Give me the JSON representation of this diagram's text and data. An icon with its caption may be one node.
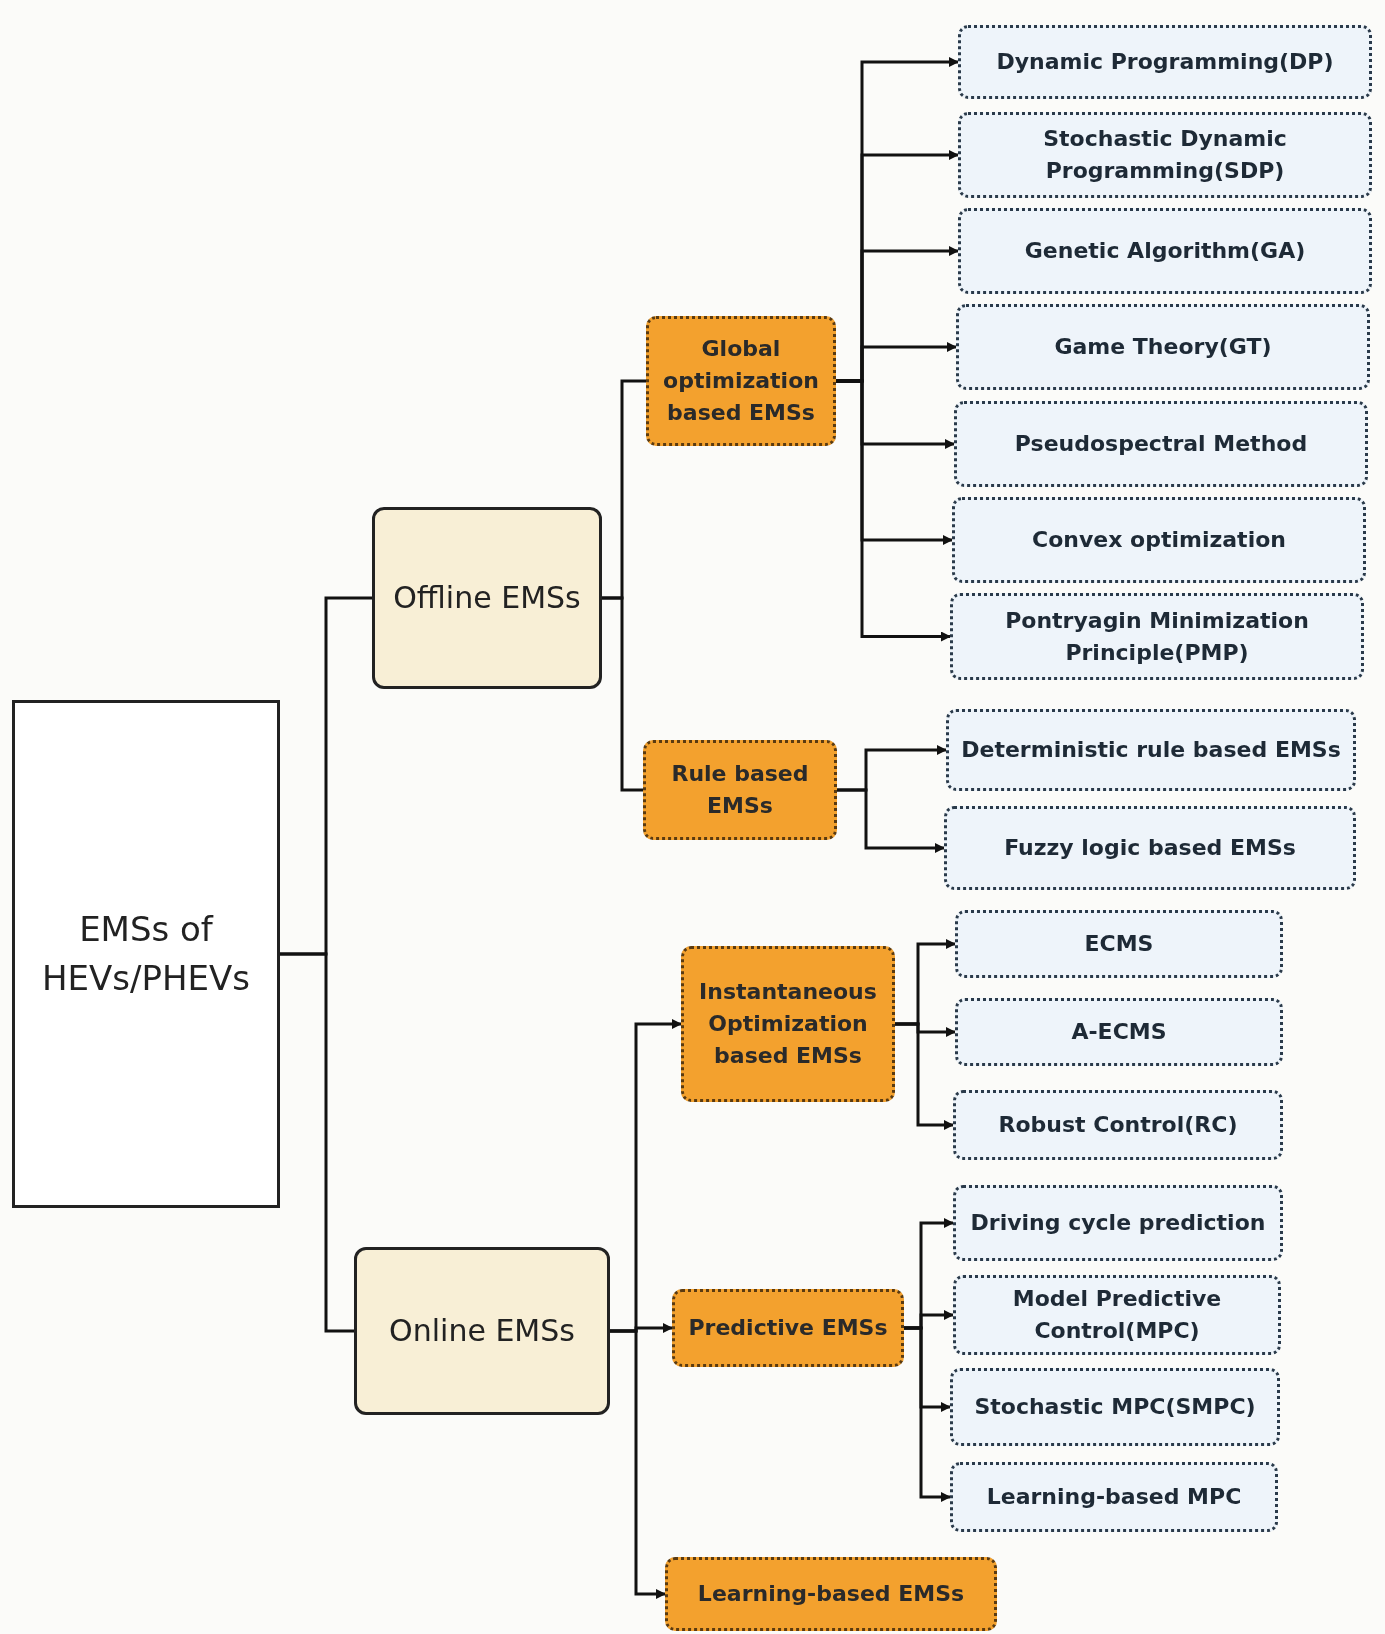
{
  "diagram": {
    "nodes": [
      {
        "text": [
          "EMSs of HEVs/PHEVs"
        ]
      },
      {
        "text": [
          "Offline EMSs"
        ]
      },
      {
        "text": [
          "Online EMSs"
        ]
      },
      {
        "text": [
          "Global optimization based EMSs"
        ]
      },
      {
        "text": [
          "Rule based EMSs"
        ]
      },
      {
        "text": [
          "Instantaneous Optimization based EMSs"
        ]
      },
      {
        "text": [
          "Predictive EMSs"
        ]
      },
      {
        "text": [
          "Learning-based EMSs"
        ]
      },
      {
        "text": [
          "Dynamic Programming(DP)"
        ]
      },
      {
        "text": [
          "Stochastic Dynamic Programming(SDP)"
        ]
      },
      {
        "text": [
          "Genetic Algorithm(GA)"
        ]
      },
      {
        "text": [
          "Game Theory(GT)"
        ]
      },
      {
        "text": [
          "Pseudospectral Method"
        ]
      },
      {
        "text": [
          "Convex optimization"
        ]
      },
      {
        "text": [
          "Pontryagin Minimization Principle(PMP)"
        ]
      },
      {
        "text": [
          "Deterministic rule based EMSs"
        ]
      },
      {
        "text": [
          "Fuzzy logic based EMSs"
        ]
      },
      {
        "text": [
          "ECMS"
        ]
      },
      {
        "text": [
          "A-ECMS"
        ]
      },
      {
        "text": [
          "Robust Control(RC)"
        ]
      },
      {
        "text": [
          "Driving cycle prediction"
        ]
      },
      {
        "text": [
          "Model Predictive Control(MPC)"
        ]
      },
      {
        "text": [
          "Stochastic MPC(SMPC)"
        ]
      },
      {
        "text": [
          "Learning-based MPC"
        ]
      }
    ],
    "edges": [
      {
        "from": 0,
        "to": 1,
        "arrow": "none"
      },
      {
        "from": 0,
        "to": 2,
        "arrow": "none"
      },
      {
        "from": 1,
        "to": 3,
        "arrow": "none"
      },
      {
        "from": 1,
        "to": 4,
        "arrow": "none"
      },
      {
        "from": 2,
        "to": 5,
        "arrow": "to"
      },
      {
        "from": 2,
        "to": 6,
        "arrow": "to"
      },
      {
        "from": 2,
        "to": 7,
        "arrow": "to"
      },
      {
        "from": 3,
        "to": 8,
        "arrow": "to"
      },
      {
        "from": 3,
        "to": 9,
        "arrow": "to"
      },
      {
        "from": 3,
        "to": 10,
        "arrow": "to"
      },
      {
        "from": 3,
        "to": 11,
        "arrow": "to"
      },
      {
        "from": 3,
        "to": 12,
        "arrow": "to"
      },
      {
        "from": 3,
        "to": 13,
        "arrow": "to"
      },
      {
        "from": 3,
        "to": 14,
        "arrow": "to"
      },
      {
        "from": 4,
        "to": 15,
        "arrow": "to"
      },
      {
        "from": 4,
        "to": 16,
        "arrow": "to"
      },
      {
        "from": 5,
        "to": 17,
        "arrow": "to"
      },
      {
        "from": 5,
        "to": 18,
        "arrow": "to"
      },
      {
        "from": 5,
        "to": 19,
        "arrow": "to"
      },
      {
        "from": 6,
        "to": 20,
        "arrow": "to"
      },
      {
        "from": 6,
        "to": 21,
        "arrow": "to"
      },
      {
        "from": 6,
        "to": 22,
        "arrow": "to"
      },
      {
        "from": 6,
        "to": 23,
        "arrow": "to"
      }
    ]
  }
}
